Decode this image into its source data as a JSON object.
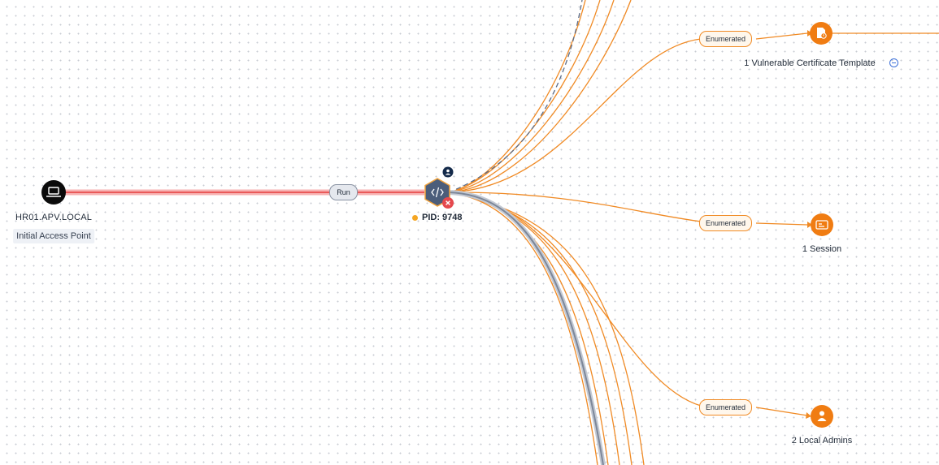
{
  "colors": {
    "edge_enumerated": "#f08a24",
    "edge_run": "#ef6a6a",
    "edge_gray": "#9aa3b2",
    "node_orange": "#f07c12",
    "node_host": "#0b0b0b",
    "node_process": "#4b5d7a",
    "badge_user": "#142a4a",
    "badge_error": "#e5484d",
    "pid_dot": "#f5a623",
    "collapse_icon": "#3b6fd8"
  },
  "host_node": {
    "name": "HR01.APV.LOCAL",
    "subtitle": "Initial Access Point",
    "icon": "laptop-icon"
  },
  "run_edge": {
    "label": "Run"
  },
  "process_node": {
    "pid_label": "PID: 9748",
    "icon": "code-icon",
    "badges": [
      "user-badge-icon",
      "error-badge-icon"
    ]
  },
  "target_nodes": [
    {
      "id": "cert",
      "label": "1 Vulnerable Certificate Template",
      "edge_label": "Enumerated",
      "icon": "certificate-icon",
      "collapsible": true
    },
    {
      "id": "session",
      "label": "1 Session",
      "edge_label": "Enumerated",
      "icon": "session-icon"
    },
    {
      "id": "admins",
      "label": "2 Local Admins",
      "edge_label": "Enumerated",
      "icon": "user-group-icon"
    }
  ]
}
